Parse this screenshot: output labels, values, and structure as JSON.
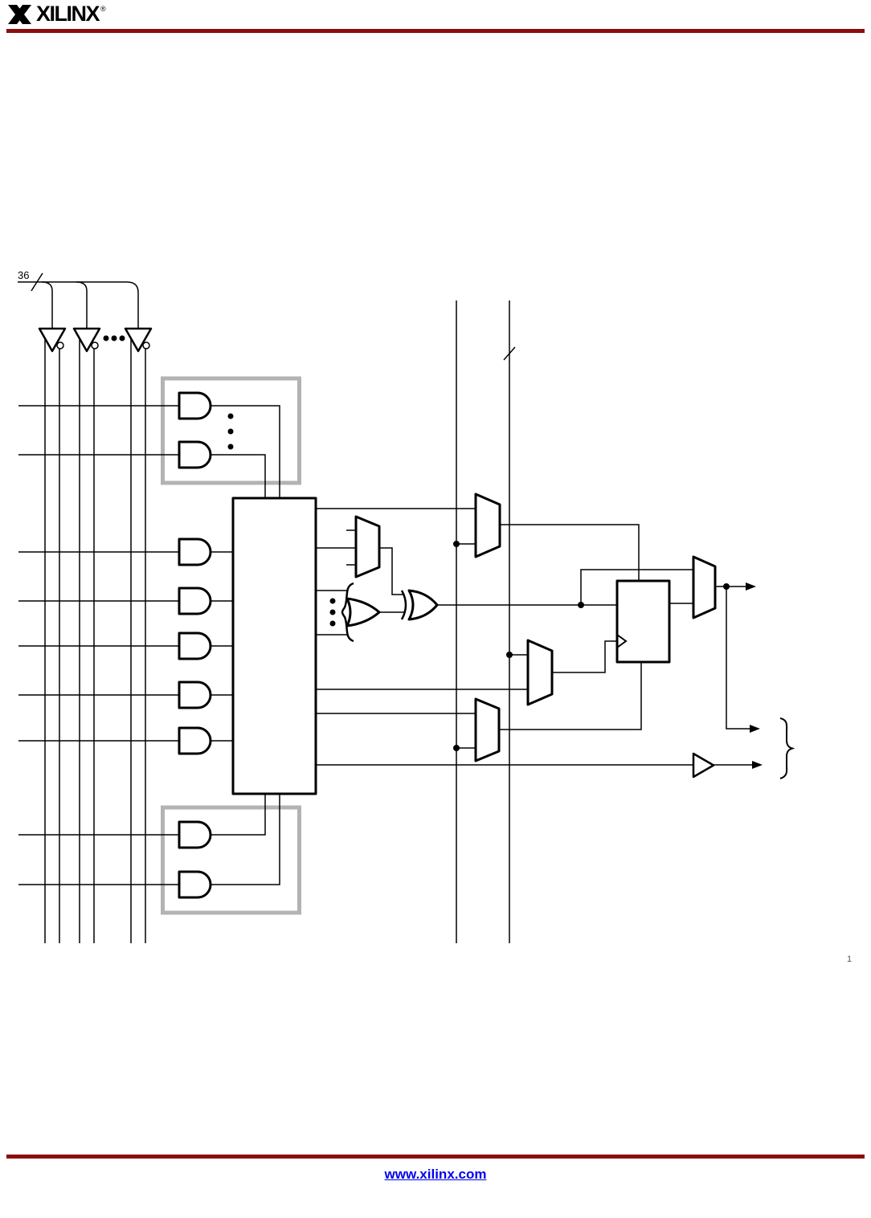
{
  "header": {
    "brand": "XILINX",
    "registered_mark": "®"
  },
  "diagram": {
    "bus_width_label": "36",
    "page_note": "1"
  },
  "footer": {
    "link_label": "www.xilinx.com"
  },
  "colors": {
    "rule_red": "#8b0e0e",
    "link_blue": "#0000ee",
    "box_gray": "#b3b3b3"
  }
}
